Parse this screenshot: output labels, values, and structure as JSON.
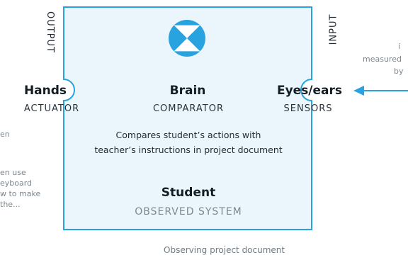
{
  "box": {
    "output_label": "OUTPUT",
    "input_label": "INPUT",
    "accent": "#29a3e0",
    "fill": "#eaf5fc"
  },
  "columns": {
    "hands": {
      "title": "Hands",
      "subtitle": "ACTUATOR"
    },
    "brain": {
      "title": "Brain",
      "subtitle": "COMPARATOR"
    },
    "eyes": {
      "title": "Eyes/ears",
      "subtitle": "SENSORS"
    }
  },
  "description": {
    "line1": "Compares student’s actions with",
    "line2": "teacher’s instructions in project document"
  },
  "system": {
    "title": "Student",
    "subtitle": "OBSERVED SYSTEM"
  },
  "left_fragment": {
    "line1": "en",
    "line2": "en use",
    "line3": "eyboard",
    "line4": "w to make",
    "line5": "the..."
  },
  "right_fragment": {
    "line1": "i",
    "line2": "measured",
    "line3": "by"
  },
  "bottom_caption": "Observing project document",
  "icons": {
    "center": "ball-icon",
    "arrow": "arrow-left-icon"
  }
}
